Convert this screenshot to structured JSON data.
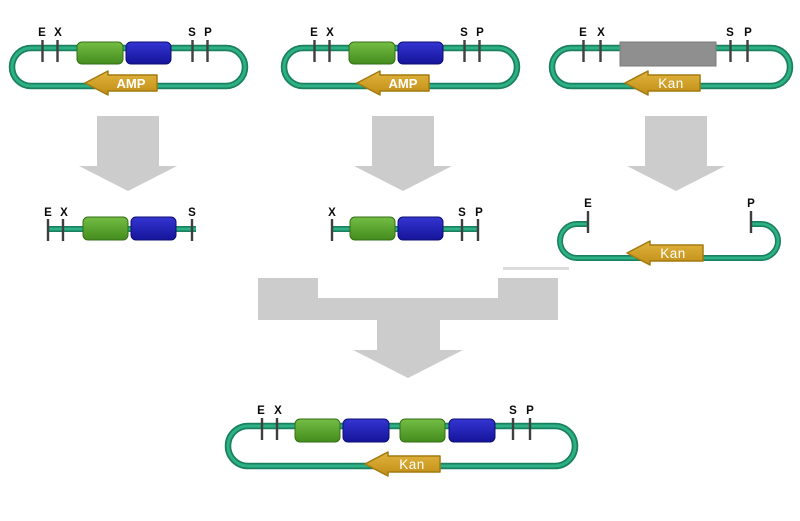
{
  "palette": {
    "backbone": "#2aa37d",
    "backbone_dark": "#1a8060",
    "gene_green": "#4f9d2a",
    "gene_blue": "#1e1eb0",
    "insert_gray": "#8f8f8f",
    "marker_gold": "#d5a52b",
    "flow_arrow_gray": "#cccccc",
    "tick_color": "#3f3f3f"
  },
  "plasmid_amp_1": {
    "site_e": "E",
    "site_x": "X",
    "site_s": "S",
    "site_p": "P",
    "marker": "AMP"
  },
  "plasmid_amp_2": {
    "site_e": "E",
    "site_x": "X",
    "site_s": "S",
    "site_p": "P",
    "marker": "AMP"
  },
  "plasmid_kan": {
    "site_e": "E",
    "site_x": "X",
    "site_s": "S",
    "site_p": "P",
    "marker": "Kan"
  },
  "fragment_left": {
    "site_e": "E",
    "site_x": "X",
    "site_s": "S"
  },
  "fragment_middle": {
    "site_x": "X",
    "site_s": "S",
    "site_p": "P"
  },
  "fragment_kan": {
    "site_e": "E",
    "site_p": "P",
    "marker": "Kan"
  },
  "product_plasmid": {
    "site_e": "E",
    "site_x": "X",
    "site_s": "S",
    "site_p": "P",
    "marker": "Kan"
  }
}
